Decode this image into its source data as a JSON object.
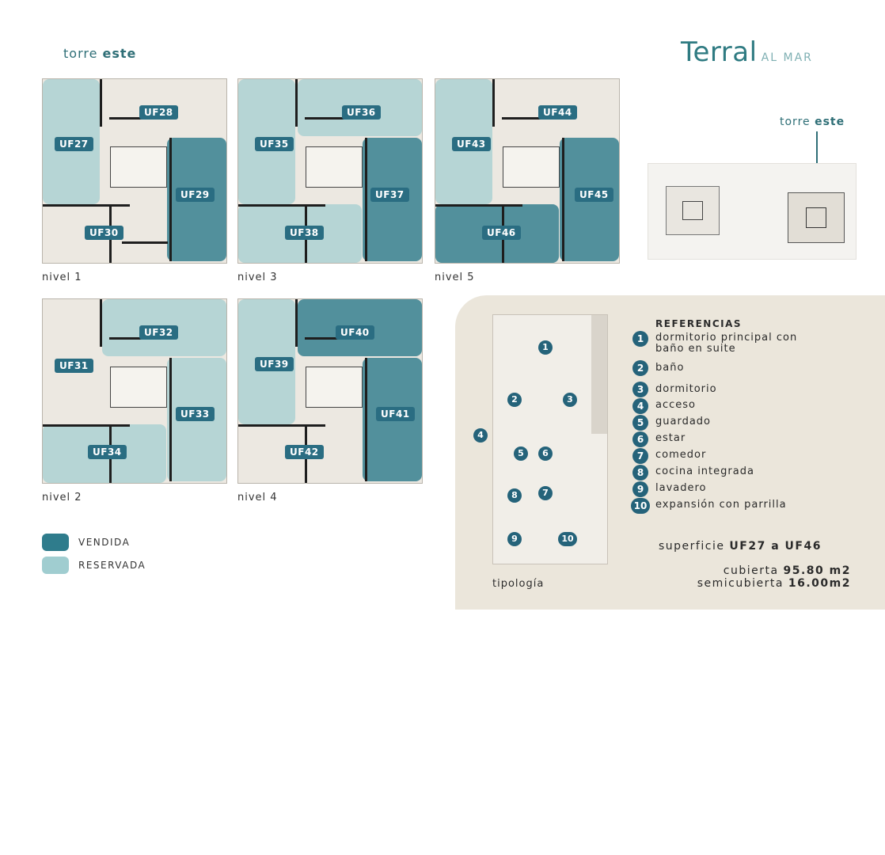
{
  "header": {
    "tower_prefix": "torre",
    "tower_name": "este",
    "brand_main": "Terral",
    "brand_sub": "AL MAR"
  },
  "site": {
    "tower_prefix": "torre",
    "tower_name": "este"
  },
  "levels": [
    {
      "label": "nivel 1",
      "units": [
        {
          "name": "UF28",
          "status": "none"
        },
        {
          "name": "UF27",
          "status": "reservada"
        },
        {
          "name": "UF29",
          "status": "vendida"
        },
        {
          "name": "UF30",
          "status": "none"
        }
      ]
    },
    {
      "label": "nivel 3",
      "units": [
        {
          "name": "UF36",
          "status": "reservada"
        },
        {
          "name": "UF35",
          "status": "reservada"
        },
        {
          "name": "UF37",
          "status": "vendida"
        },
        {
          "name": "UF38",
          "status": "reservada"
        }
      ]
    },
    {
      "label": "nivel 5",
      "units": [
        {
          "name": "UF44",
          "status": "none"
        },
        {
          "name": "UF43",
          "status": "reservada"
        },
        {
          "name": "UF45",
          "status": "vendida"
        },
        {
          "name": "UF46",
          "status": "vendida"
        }
      ]
    },
    {
      "label": "nivel 2",
      "units": [
        {
          "name": "UF32",
          "status": "reservada"
        },
        {
          "name": "UF31",
          "status": "none"
        },
        {
          "name": "UF33",
          "status": "reservada"
        },
        {
          "name": "UF34",
          "status": "reservada"
        }
      ]
    },
    {
      "label": "nivel 4",
      "units": [
        {
          "name": "UF40",
          "status": "vendida"
        },
        {
          "name": "UF39",
          "status": "reservada"
        },
        {
          "name": "UF41",
          "status": "vendida"
        },
        {
          "name": "UF42",
          "status": "none"
        }
      ]
    }
  ],
  "legend": {
    "sold": "VENDIDA",
    "reserved": "RESERVADA",
    "colors": {
      "sold": "#2f7c8c",
      "reserved": "#a0cdd0"
    }
  },
  "typology": {
    "label": "tipología",
    "markers": [
      "1",
      "2",
      "3",
      "4",
      "5",
      "6",
      "7",
      "8",
      "9",
      "10"
    ]
  },
  "references": {
    "title": "REFERENCIAS",
    "items": [
      {
        "num": "1",
        "text_line1": "dormitorio principal con",
        "text_line2": "baño en suite"
      },
      {
        "num": "2",
        "text": "baño"
      },
      {
        "num": "3",
        "text": "dormitorio"
      },
      {
        "num": "4",
        "text": "acceso"
      },
      {
        "num": "5",
        "text": "guardado"
      },
      {
        "num": "6",
        "text": "estar"
      },
      {
        "num": "7",
        "text": "comedor"
      },
      {
        "num": "8",
        "text": "cocina integrada"
      },
      {
        "num": "9",
        "text": "lavadero"
      },
      {
        "num": "10",
        "text": "expansión con parrilla"
      }
    ]
  },
  "surface": {
    "prefix": "superficie",
    "range": "UF27 a UF46",
    "covered_label": "cubierta",
    "covered_value": "95.80 m2",
    "semi_label": "semicubierta",
    "semi_value": "16.00m2"
  }
}
